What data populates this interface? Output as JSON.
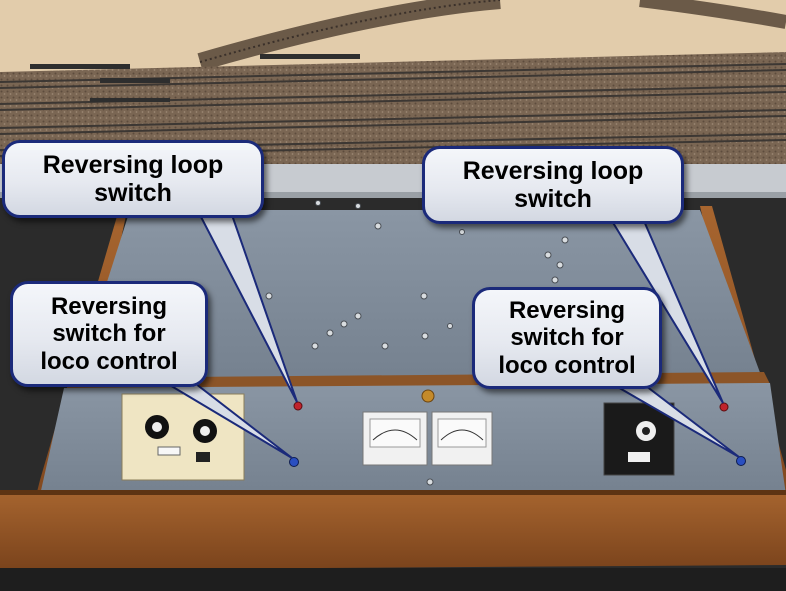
{
  "callouts": {
    "loop_left": {
      "line1": "Reversing loop",
      "line2": "switch"
    },
    "loop_right": {
      "line1": "Reversing loop",
      "line2": "switch"
    },
    "loco_left": {
      "line1": "Reversing",
      "line2": "switch for",
      "line3": "loco control"
    },
    "loco_right": {
      "line1": "Reversing",
      "line2": "switch for",
      "line3": "loco control"
    }
  },
  "colors": {
    "callout_border": "#1b2a7a",
    "panel": "#7c8896",
    "wood": "#8a4f24",
    "baseboard": "#e2ccab",
    "ballast": "#7a6653",
    "switch_red": "#c0232c",
    "switch_blue": "#2a4fc0"
  }
}
